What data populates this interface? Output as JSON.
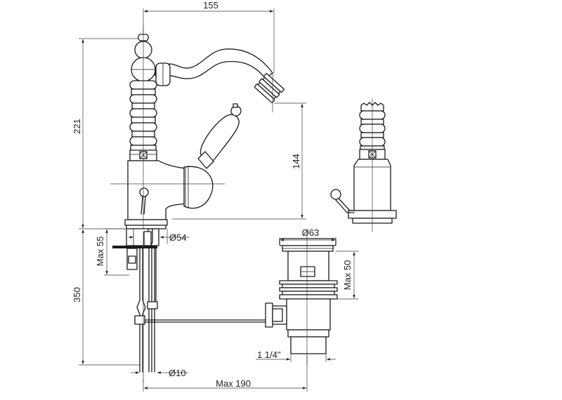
{
  "dimensions": {
    "width_top": "155",
    "height_total": "221",
    "spout_height": "144",
    "base_diameter": "Ø54",
    "deck_thickness": "Max 55",
    "flex_length": "350",
    "waste_diameter": "Ø63",
    "waste_height": "Max 50",
    "waste_thread": "1 1/4\"",
    "hose_diameter": "Ø10",
    "max_reach": "Max 190"
  }
}
